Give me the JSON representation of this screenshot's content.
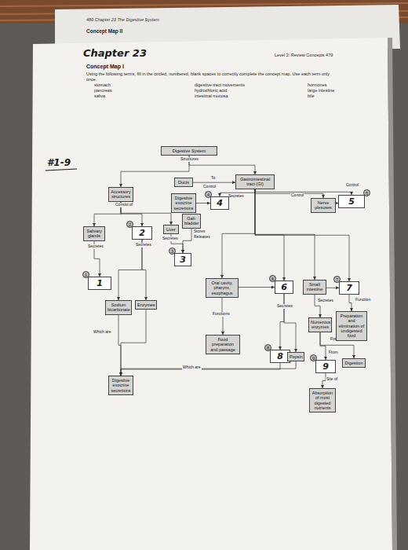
{
  "diagram": {
    "title": "Concept Map I",
    "nodes": [
      {
        "text": [
          "Digestive System"
        ]
      },
      {
        "text": [
          "Accessory structures"
        ]
      },
      {
        "text": [
          "Ducts"
        ]
      },
      {
        "text": [
          "Gastrointestinal tract (GI)"
        ]
      },
      {
        "text": [
          "Digestive exocrine secretions"
        ]
      },
      {
        "text": [
          "4",
          "4"
        ]
      },
      {
        "text": [
          "Nerve plexuses"
        ]
      },
      {
        "text": [
          "5",
          "5"
        ]
      },
      {
        "text": [
          "Salivary glands"
        ]
      },
      {
        "text": [
          "2",
          "2"
        ]
      },
      {
        "text": [
          "Liver"
        ]
      },
      {
        "text": [
          "Gall-bladder"
        ]
      },
      {
        "text": [
          "1",
          "1"
        ]
      },
      {
        "text": [
          "3",
          "3"
        ]
      },
      {
        "text": [
          "Sodium bicarbonate"
        ]
      },
      {
        "text": [
          "Enzymes"
        ]
      },
      {
        "text": [
          "Oral cavity, pharynx, esophagus"
        ]
      },
      {
        "text": [
          "6",
          "6"
        ]
      },
      {
        "text": [
          "Small intestine"
        ]
      },
      {
        "text": [
          "7",
          "7"
        ]
      },
      {
        "text": [
          "Numerous enzymes"
        ]
      },
      {
        "text": [
          "Preparation and elimination of undigested food"
        ]
      },
      {
        "text": [
          "Food preparation and passage"
        ]
      },
      {
        "text": [
          "8",
          "8"
        ]
      },
      {
        "text": [
          "Pepsin"
        ]
      },
      {
        "text": [
          "Digestion"
        ]
      },
      {
        "text": [
          "9",
          "9"
        ]
      },
      {
        "text": [
          "Absorption of most digested nutrients"
        ]
      },
      {
        "text": [
          "Digestive exocrine secretions"
        ]
      }
    ],
    "edges": [
      {
        "from": 0,
        "to": 1,
        "arrow": "to"
      },
      {
        "from": 0,
        "to": 3,
        "arrow": "to"
      },
      {
        "from": 2,
        "to": 3,
        "arrow": "to"
      },
      {
        "from": 1,
        "to": 8,
        "arrow": "to"
      },
      {
        "from": 1,
        "to": 9,
        "arrow": "to"
      },
      {
        "from": 1,
        "to": 10,
        "arrow": "to"
      },
      {
        "from": 3,
        "to": 5,
        "arrow": "to"
      },
      {
        "from": 4,
        "to": 5,
        "arrow": "to"
      },
      {
        "from": 3,
        "to": 6,
        "arrow": "to"
      },
      {
        "from": 6,
        "to": 7,
        "arrow": "to"
      },
      {
        "from": 3,
        "to": 7,
        "arrow": "to"
      },
      {
        "from": 8,
        "to": 12,
        "arrow": "to"
      },
      {
        "from": 9,
        "to": 14,
        "arrow": "to"
      },
      {
        "from": 9,
        "to": 15,
        "arrow": "to"
      },
      {
        "from": 10,
        "to": 13,
        "arrow": "to"
      },
      {
        "from": 11,
        "to": 13,
        "arrow": "to"
      },
      {
        "from": 3,
        "to": 16,
        "arrow": "to"
      },
      {
        "from": 3,
        "to": 17,
        "arrow": "to"
      },
      {
        "from": 3,
        "to": 18,
        "arrow": "to"
      },
      {
        "from": 3,
        "to": 19,
        "arrow": "to"
      },
      {
        "from": 16,
        "to": 17,
        "arrow": "to"
      },
      {
        "from": 18,
        "to": 19,
        "arrow": "to"
      },
      {
        "from": 16,
        "to": 22,
        "arrow": "to"
      },
      {
        "from": 17,
        "to": 23,
        "arrow": "to"
      },
      {
        "from": 17,
        "to": 24,
        "arrow": "to"
      },
      {
        "from": 18,
        "to": 20,
        "arrow": "to"
      },
      {
        "from": 19,
        "to": 21,
        "arrow": "to"
      },
      {
        "from": 20,
        "to": 26,
        "arrow": "to"
      },
      {
        "from": 20,
        "to": 25,
        "arrow": "to"
      },
      {
        "from": 26,
        "to": 27,
        "arrow": "to"
      },
      {
        "from": 14,
        "to": 28,
        "arrow": "to"
      },
      {
        "from": 15,
        "to": 28,
        "arrow": "to"
      },
      {
        "from": 23,
        "to": 28,
        "arrow": "to"
      },
      {
        "from": 24,
        "to": 28,
        "arrow": "to"
      }
    ],
    "labels": [
      "480 Chapter 23 The Digestive System",
      "Concept Map II",
      "Chapter 23",
      "Level 2: Review Concepts 479",
      "Using the following terms, fill in the circled, numbered, blank spaces to correctly complete the concept map. Use each term only once.",
      "stomach",
      "pancreas",
      "saliva",
      "digestive tract movements",
      "hydrochloric acid",
      "intestinal mucosa",
      "hormones",
      "large intestine",
      "bile",
      "#1-9",
      "Structures",
      "Consist of",
      "To",
      "Control",
      "Control",
      "Secretes",
      "Control",
      "Secretes",
      "Secretes",
      "Secretes",
      "Stores",
      "Releases",
      "Which are",
      "Functions",
      "Secretes",
      "Secretes",
      "Function",
      "From",
      "For",
      "Site of",
      "Which are"
    ]
  }
}
